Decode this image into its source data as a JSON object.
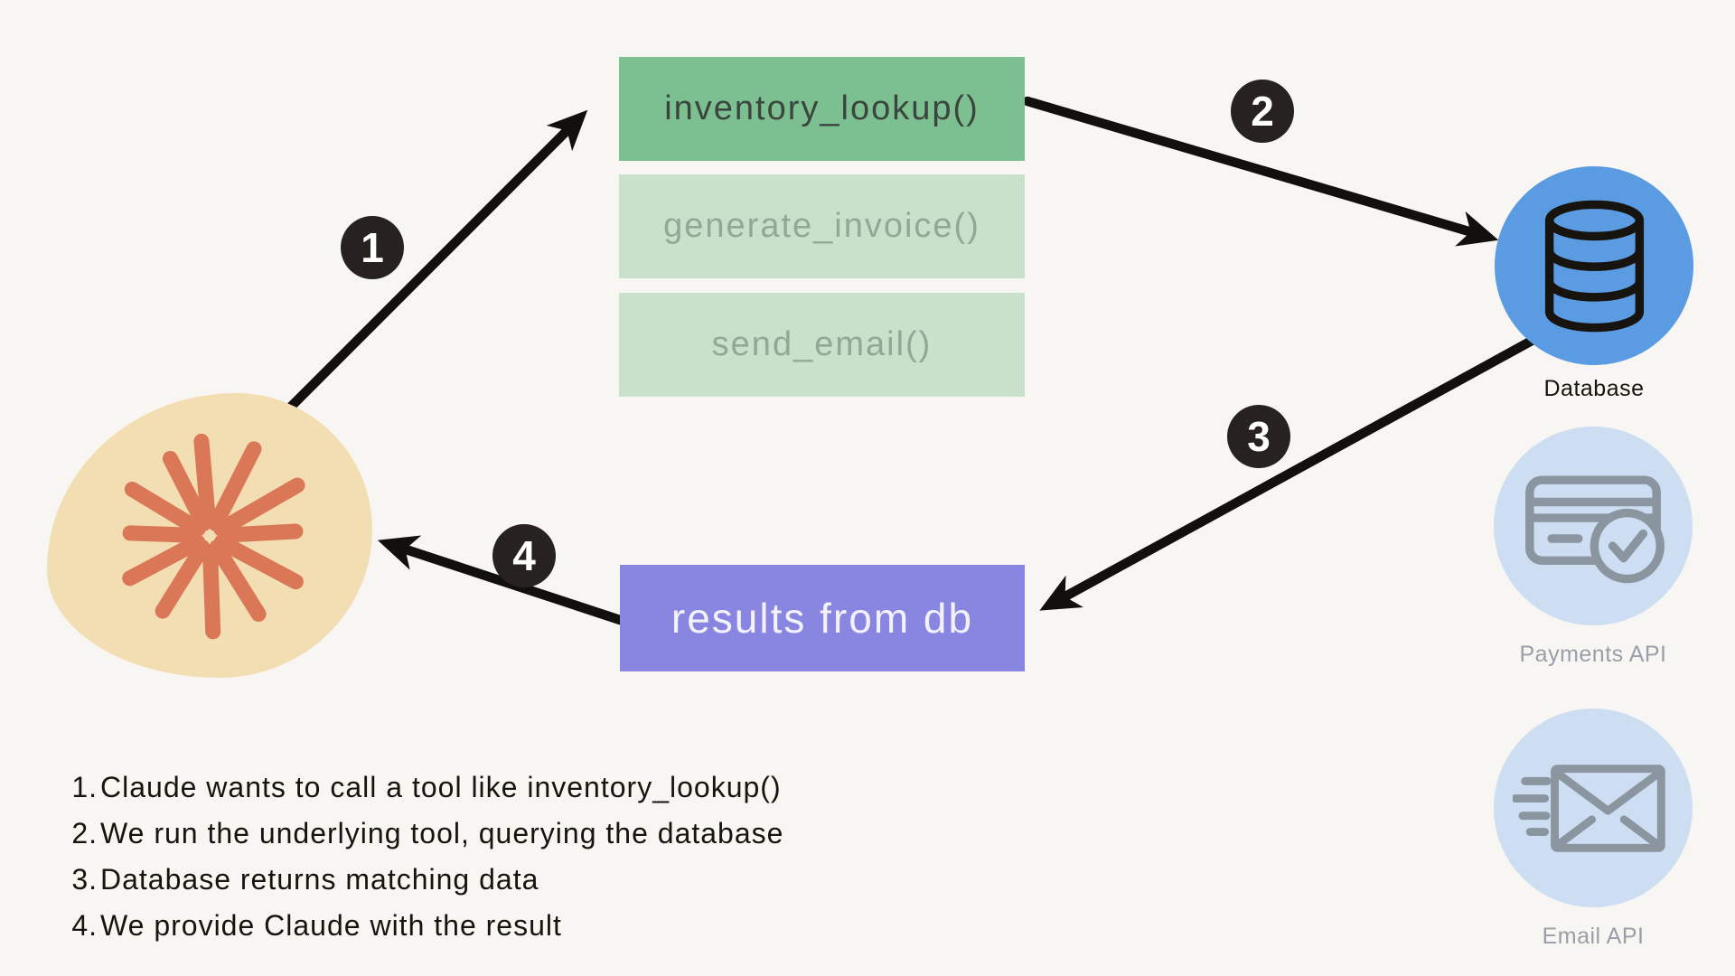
{
  "colors": {
    "background": "#f8f6f2",
    "tool_active_bg": "#7cbf90",
    "tool_inactive_bg": "#c9e0cb",
    "tool_active_text": "#3c443e",
    "tool_inactive_text": "#90a997",
    "result_bg": "#8986e2",
    "result_text": "#f3f1fb",
    "database_circle_blue": "#5b9be2",
    "muted_circle_blue": "#cdddf2",
    "muted_icon_gray": "#8b95a0",
    "muted_label_gray": "#999fa8",
    "claude_blob_tan": "#f2deb2",
    "claude_orange": "#d97757",
    "badge_bg": "#27221f",
    "badge_text": "#ffffff",
    "arrow_black": "#12100e",
    "legend_text": "#17140f"
  },
  "claude": {
    "icon": "claude-starburst-icon"
  },
  "tools": {
    "items": [
      {
        "label": "inventory_lookup()",
        "active": true
      },
      {
        "label": "generate_invoice()",
        "active": false
      },
      {
        "label": "send_email()",
        "active": false
      }
    ]
  },
  "result_box": {
    "label": "results from db"
  },
  "services": {
    "items": [
      {
        "label": "Database",
        "icon": "database-icon",
        "active": true
      },
      {
        "label": "Payments API",
        "icon": "credit-card-icon",
        "active": false
      },
      {
        "label": "Email API",
        "icon": "email-send-icon",
        "active": false
      }
    ]
  },
  "steps": [
    "1",
    "2",
    "3",
    "4"
  ],
  "legend": {
    "items": [
      {
        "num": "1.",
        "text": "Claude wants to call a tool like inventory_lookup()"
      },
      {
        "num": "2.",
        "text": "We run the underlying tool, querying the database"
      },
      {
        "num": "3.",
        "text": "Database returns matching data"
      },
      {
        "num": "4.",
        "text": "We provide Claude with the result"
      }
    ]
  }
}
